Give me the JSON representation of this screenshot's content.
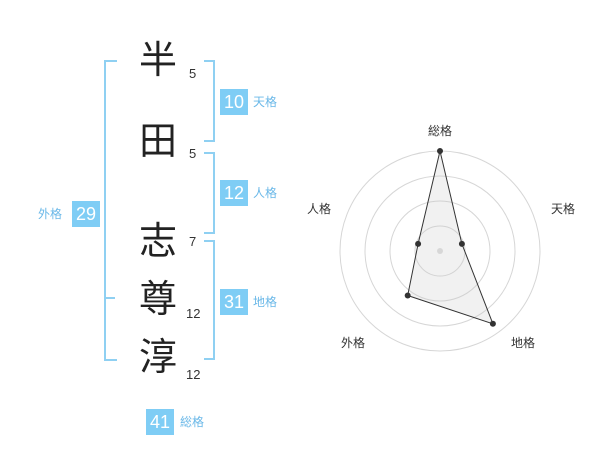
{
  "name": {
    "chars": [
      {
        "char": "半",
        "strokes": "5"
      },
      {
        "char": "田",
        "strokes": "5"
      },
      {
        "char": "志",
        "strokes": "7"
      },
      {
        "char": "尊",
        "strokes": "12"
      },
      {
        "char": "淳",
        "strokes": "12"
      }
    ]
  },
  "fortune": {
    "tenkaku": {
      "value": "10",
      "label": "天格"
    },
    "jinkaku": {
      "value": "12",
      "label": "人格"
    },
    "chikaku": {
      "value": "31",
      "label": "地格"
    },
    "gaikaku": {
      "value": "29",
      "label": "外格"
    },
    "soukaku": {
      "value": "41",
      "label": "総格"
    }
  },
  "colors": {
    "badge": "#7fcdf5",
    "bracket": "#8fd0f2",
    "label": "#6ab8e8"
  },
  "chart_data": {
    "type": "radar",
    "axes": [
      "総格",
      "天格",
      "地格",
      "外格",
      "人格"
    ],
    "values": [
      1.0,
      0.23,
      0.9,
      0.55,
      0.23
    ],
    "max": 1.0,
    "rings": 4
  }
}
